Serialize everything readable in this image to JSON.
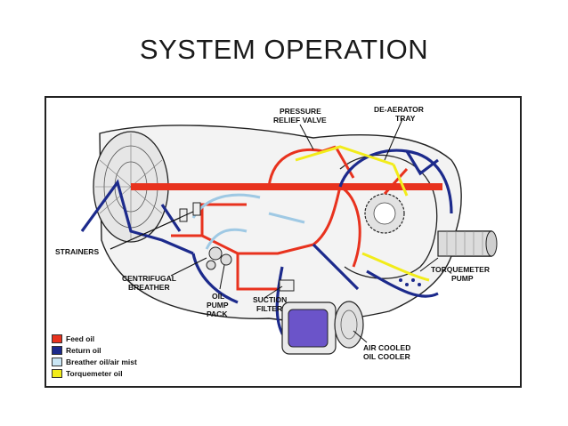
{
  "slide": {
    "title": "SYSTEM OPERATION"
  },
  "diagram": {
    "labels": {
      "pressure_relief_valve_line1": "PRESSURE",
      "pressure_relief_valve_line2": "RELIEF VALVE",
      "de_aerator_tray_line1": "DE-AERATOR",
      "de_aerator_tray_line2": "TRAY",
      "strainers": "STRAINERS",
      "centrifugal_breather_line1": "CENTRIFUGAL",
      "centrifugal_breather_line2": "BREATHER",
      "oil_pump_pack_line1": "OIL",
      "oil_pump_pack_line2": "PUMP",
      "oil_pump_pack_line3": "PACK",
      "suction_filter_line1": "SUCTION",
      "suction_filter_line2": "FILTER",
      "torquemeter_pump_line1": "TORQUEMETER",
      "torquemeter_pump_line2": "PUMP",
      "air_cooled_oil_cooler_line1": "AIR COOLED",
      "air_cooled_oil_cooler_line2": "OIL COOLER"
    },
    "legend": [
      {
        "label": "Feed oil",
        "color": "#e8321e"
      },
      {
        "label": "Return oil",
        "color": "#1c2a8c"
      },
      {
        "label": "Breather oil/air mist",
        "color": "#c9e6f5"
      },
      {
        "label": "Torquemeter oil",
        "color": "#f2ec1a"
      }
    ],
    "colors": {
      "feed": "#e8321e",
      "return": "#1c2a8c",
      "breather": "#c9e6f5",
      "torque": "#f2ec1a"
    }
  }
}
